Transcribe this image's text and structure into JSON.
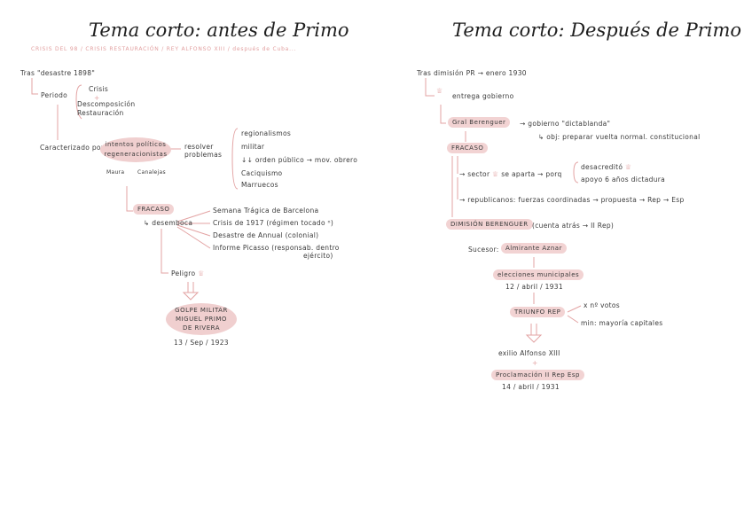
{
  "left": {
    "title": "Tema corto: antes de Primo",
    "subtitle": "CRISIS DEL 98 / CRISIS RESTAURACIÓN / REY ALFONSO XIII / después de Cuba...",
    "tras": "Tras \"desastre 1898\"",
    "periodo": "Periodo",
    "periodo_items": [
      "Crisis",
      "+",
      "Descomposición",
      "Restauración"
    ],
    "caracterizado": "Caracterizado por",
    "intentos": [
      "intentos políticos",
      "regeneracionistas"
    ],
    "resolver": [
      "resolver",
      "problemas"
    ],
    "problemas": [
      "regionalismos",
      "militar",
      "↓↓ orden público → mov. obrero",
      "Caciquismo",
      "Marruecos"
    ],
    "politicos": [
      "Maura",
      "Canalejas"
    ],
    "fracaso": "FRACASO",
    "desemboca": "↳ desemboca",
    "desemboca_items": [
      "Semana Trágica de Barcelona",
      "Crisis de 1917 (régimen tocado ⁿ)",
      "Desastre de Annual (colonial)",
      "Informe Picasso (responsab. dentro",
      "ejército)"
    ],
    "peligro": "Peligro",
    "golpe": [
      "GOLPE MILITAR",
      "MIGUEL PRIMO",
      "DE RIVERA"
    ],
    "fecha": "13 / Sep / 1923"
  },
  "right": {
    "title": "Tema corto: Después de Primo",
    "tras": "Tras dimisión PR → enero 1930",
    "entrega": "entrega gobierno",
    "berenguer": "Gral Berenguer",
    "gobierno": "→ gobierno \"dictablanda\"",
    "obj": "↳ obj: preparar vuelta normal. constitucional",
    "fracaso": "FRACASO",
    "sector": "→ sector",
    "aparta": "se aparta → porq",
    "porq_items": [
      "desacreditó",
      "apoyo 6 años dictadura"
    ],
    "republicanos": "→ republicanos: fuerzas coordinadas → propuesta → Rep → Esp",
    "dimision": "DIMISIÓN BERENGUER",
    "cuenta": "(cuenta atrás → II Rep)",
    "sucesor": "Sucesor:",
    "aznar": "Almirante Aznar",
    "elecciones": "elecciones municipales",
    "fecha_elecciones": "12 / abril / 1931",
    "triunfo": "TRIUNFO REP",
    "triunfo_items": [
      "x nº votos",
      "min: mayoría capitales"
    ],
    "exilio": "exilio Alfonso XIII",
    "plus": "+",
    "proclamacion": "Proclamación II Rep Esp",
    "fecha_proclamacion": "14 / abril / 1931"
  },
  "colors": {
    "accent": "#e3a3a3",
    "highlight": "#f2d3d3",
    "ink": "#3a3a3a"
  },
  "icons": {
    "crown": "♕"
  }
}
